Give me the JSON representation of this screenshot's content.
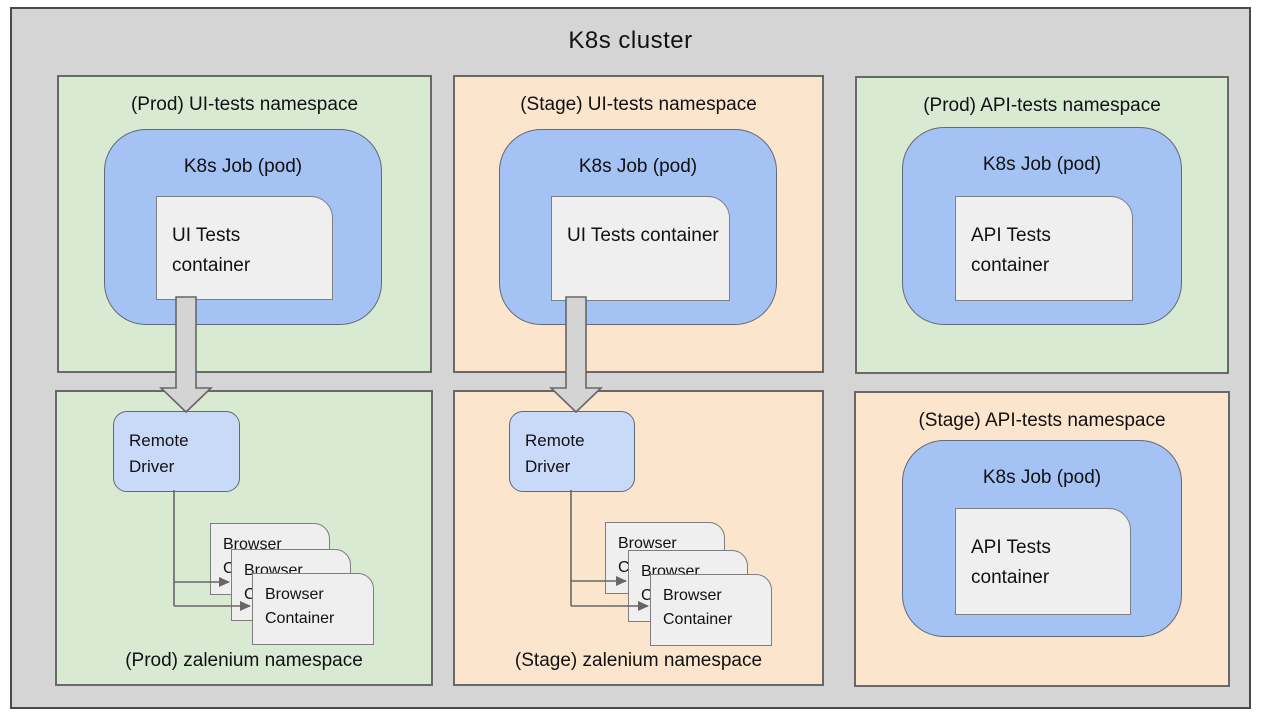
{
  "cluster": {
    "title": "K8s cluster"
  },
  "namespaces": {
    "prod_ui": {
      "label": "(Prod) UI-tests namespace",
      "job": "K8s Job (pod)",
      "container": "UI Tests container"
    },
    "stage_ui": {
      "label": "(Stage) UI-tests namespace",
      "job": "K8s Job (pod)",
      "container": "UI Tests container"
    },
    "prod_api": {
      "label": "(Prod) API-tests namespace",
      "job": "K8s Job (pod)",
      "container": "API Tests container"
    },
    "prod_zalenium": {
      "label": "(Prod) zalenium namespace",
      "remote_driver": "Remote Driver",
      "browser_container": "Browser Container"
    },
    "stage_zalenium": {
      "label": "(Stage) zalenium namespace",
      "remote_driver": "Remote Driver",
      "browser_container": "Browser Container"
    },
    "stage_api": {
      "label": "(Stage) API-tests namespace",
      "job": "K8s Job (pod)",
      "container": "API Tests container"
    }
  },
  "colors": {
    "prod_namespace_fill": "#d9ead3",
    "stage_namespace_fill": "#fce5cd",
    "job_pod_fill": "#a4c2f4",
    "remote_driver_fill": "#c9daf8",
    "container_fill": "#efefef",
    "cluster_fill": "#d5d5d5",
    "connector_color": "#666666"
  }
}
